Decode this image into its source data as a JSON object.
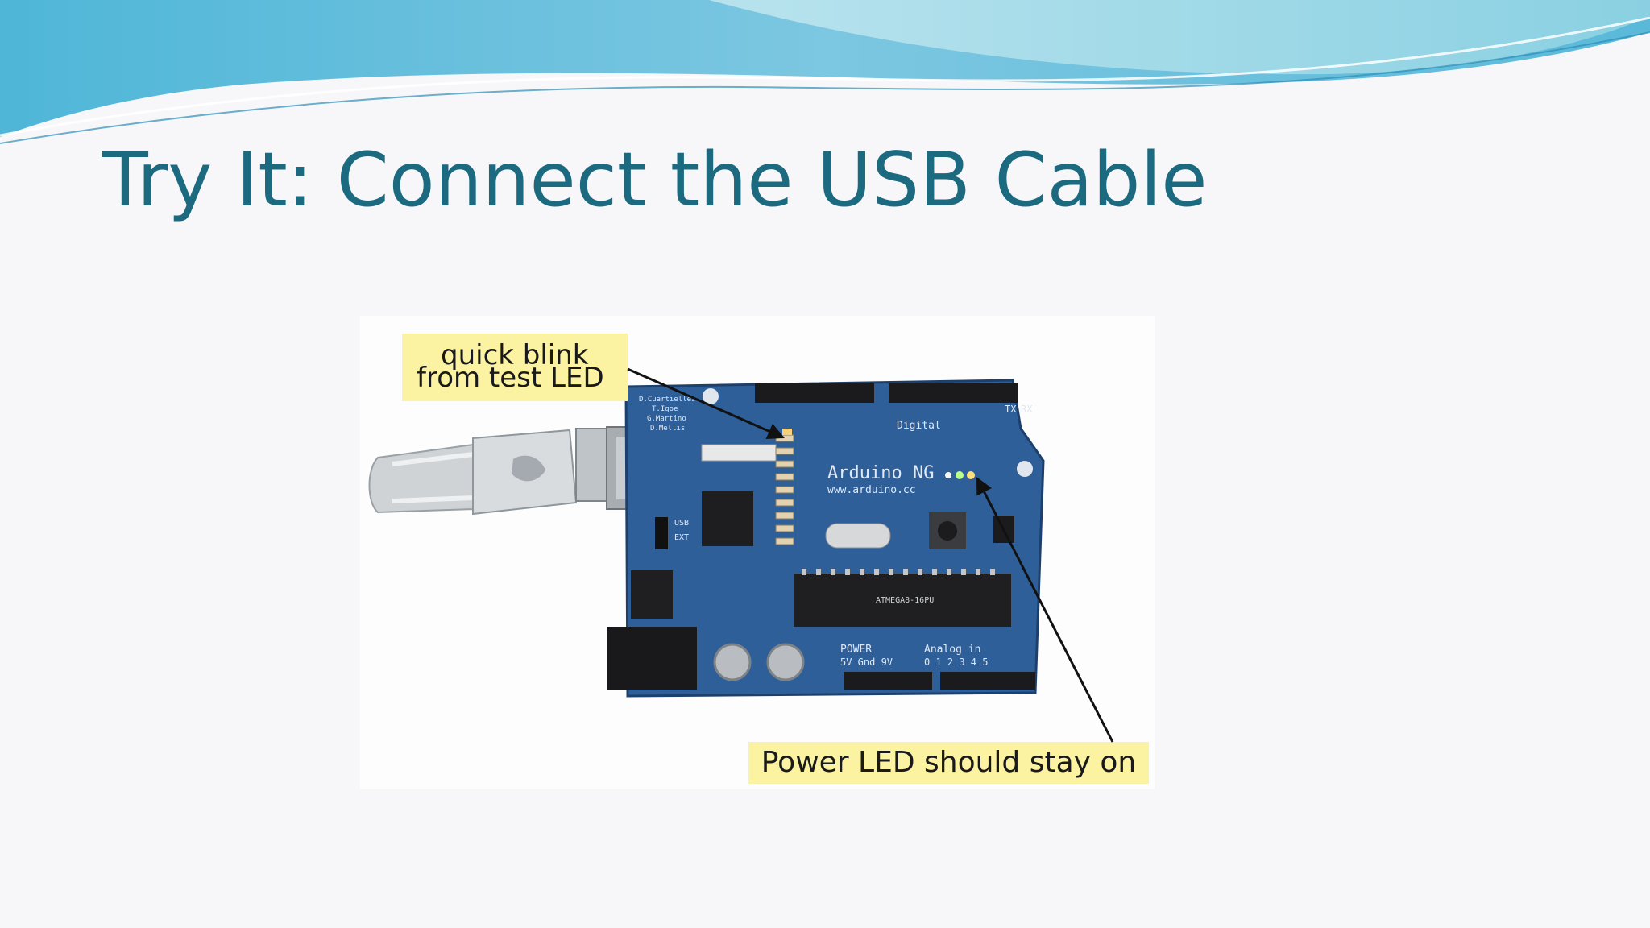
{
  "slide": {
    "title": "Try It: Connect the USB Cable",
    "theme_colors": {
      "title": "#1b6a80",
      "wave_dark": "#3fa7cf",
      "wave_light": "#9fd9e6",
      "callout_bg": "#fbf3a1",
      "board_blue": "#2f5f98"
    }
  },
  "callouts": {
    "test_led": {
      "line1": "quick blink",
      "line2": "from test LED"
    },
    "power_led": {
      "text": "Power LED should stay on"
    }
  },
  "board_labels": {
    "name": "Arduino  NG",
    "url": "www.arduino.cc",
    "digital": "Digital",
    "power": "POWER",
    "power_pins": "5V Gnd 9V",
    "analog": "Analog in",
    "analog_pins": "0 1 2 3 4 5",
    "chip": "ATMEGA8-16PU",
    "credits": [
      "D.Cuartielles",
      "T.Igoe",
      "G.Martino",
      "D.Mellis"
    ],
    "tx": "TX",
    "rx": "RX",
    "usb": "USB",
    "ext": "EXT"
  },
  "icons": [
    "wave-header-graphic",
    "arduino-board-photo",
    "usb-cable",
    "arrow"
  ]
}
